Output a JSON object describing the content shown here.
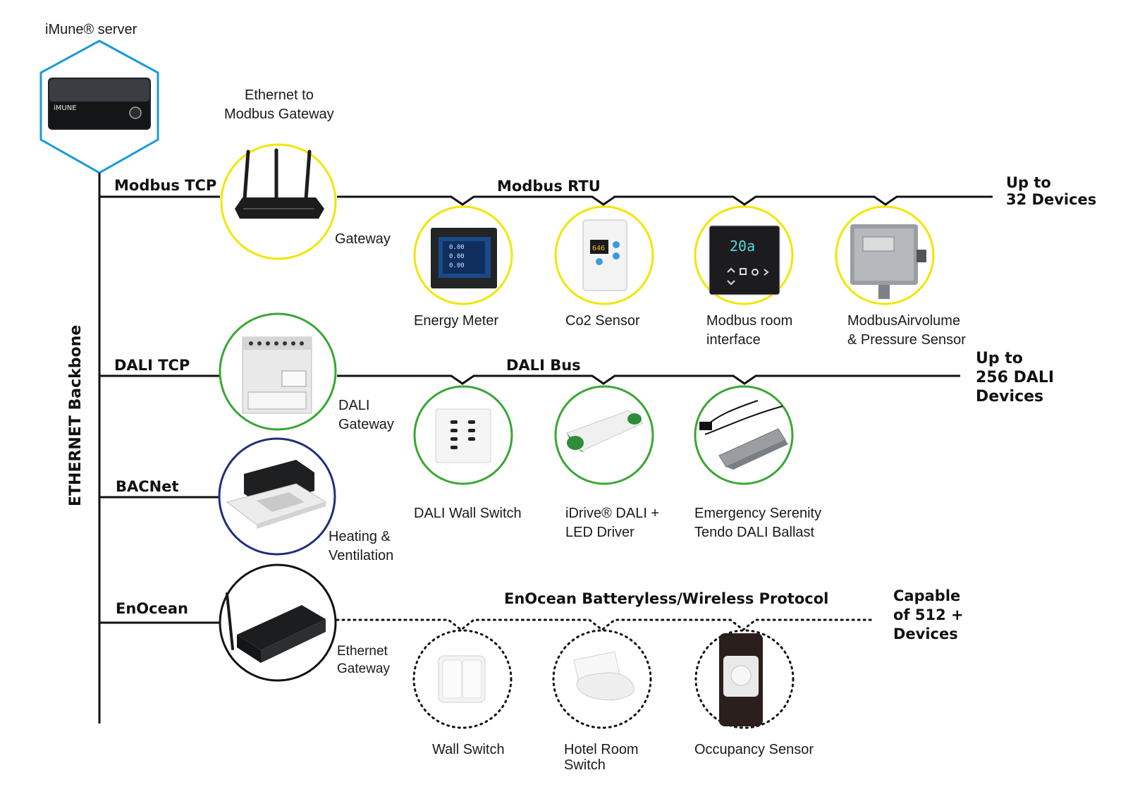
{
  "server": {
    "label": "iMune® server",
    "brand": "iMUNE"
  },
  "backbone": {
    "label": "ETHERNET Backbone"
  },
  "colors": {
    "modbus": "#f2e600",
    "dali": "#3aa635",
    "bacnet": "#1f2f7a",
    "enocean": "#111111",
    "server_hex": "#1a9ad6"
  },
  "modbus": {
    "protocol": "Modbus TCP",
    "bus": "Modbus RTU",
    "gateway_title": [
      "Ethernet to",
      "Modbus Gateway"
    ],
    "gateway": "Gateway",
    "capacity": [
      "Up to",
      "32 Devices"
    ],
    "devices": [
      {
        "name": [
          "Energy Meter"
        ],
        "icon": "energy-meter-icon"
      },
      {
        "name": [
          "Co2 Sensor"
        ],
        "icon": "co2-sensor-icon"
      },
      {
        "name": [
          "Modbus room",
          "interface"
        ],
        "icon": "room-interface-icon"
      },
      {
        "name": [
          "ModbusAirvolume",
          "& Pressure Sensor"
        ],
        "icon": "pressure-sensor-icon"
      }
    ]
  },
  "dali": {
    "protocol": "DALI TCP",
    "bus": "DALI Bus",
    "gateway": [
      "DALI",
      "Gateway"
    ],
    "capacity": [
      "Up to",
      "256 DALI",
      "Devices"
    ],
    "devices": [
      {
        "name": [
          "DALI Wall Switch"
        ],
        "icon": "wall-switch-icon"
      },
      {
        "name": [
          "iDrive® DALI +",
          "LED Driver"
        ],
        "icon": "led-driver-icon"
      },
      {
        "name": [
          "Emergency Serenity",
          "Tendo DALI Ballast"
        ],
        "icon": "ballast-icon"
      }
    ]
  },
  "bacnet": {
    "protocol": "BACNet",
    "gateway": [
      "Heating &",
      "Ventilation"
    ]
  },
  "enocean": {
    "protocol": "EnOcean",
    "bus": "EnOcean Batteryless/Wireless Protocol",
    "gateway": [
      "Ethernet",
      "Gateway"
    ],
    "capacity": [
      "Capable",
      "of 512 +",
      "Devices"
    ],
    "devices": [
      {
        "name": [
          "Wall Switch"
        ],
        "icon": "wireless-switch-icon"
      },
      {
        "name": [
          "Hotel Room",
          "Switch"
        ],
        "icon": "hotel-switch-icon"
      },
      {
        "name": [
          "Occupancy Sensor"
        ],
        "icon": "occupancy-sensor-icon"
      }
    ]
  }
}
